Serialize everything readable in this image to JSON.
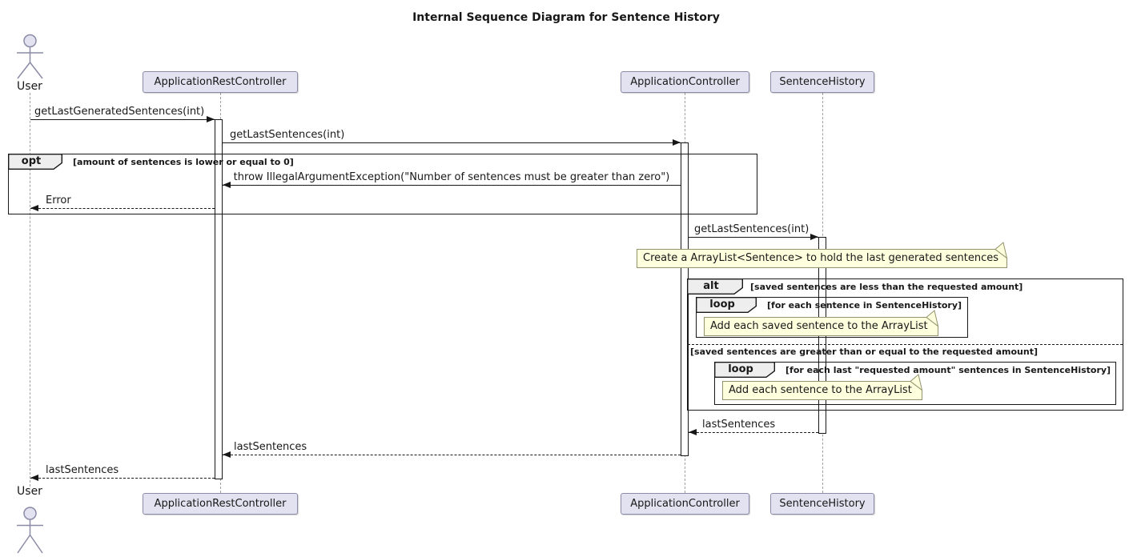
{
  "title": "Internal Sequence Diagram for Sentence History",
  "participants": {
    "user": "User",
    "rest_controller": "ApplicationRestController",
    "controller": "ApplicationController",
    "history": "SentenceHistory"
  },
  "messages": {
    "get_last_generated": "getLastGeneratedSentences(int)",
    "get_last_sentences_1": "getLastSentences(int)",
    "throw_exception": "throw IllegalArgumentException(\"Number of sentences must be greater than zero\")",
    "error": "Error",
    "get_last_sentences_2": "getLastSentences(int)",
    "return_from_history": "lastSentences",
    "return_from_controller": "lastSentences",
    "return_to_user": "lastSentences"
  },
  "fragments": {
    "opt": {
      "keyword": "opt",
      "guard": "[amount of sentences is lower or equal to 0]"
    },
    "alt": {
      "keyword": "alt",
      "guard": "[saved sentences are less than the requested amount]",
      "else_guard": "[saved sentences are greater than or equal to the requested amount]"
    },
    "loop1": {
      "keyword": "loop",
      "guard": "[for each sentence in SentenceHistory]"
    },
    "loop2": {
      "keyword": "loop",
      "guard": "[for each last \"requested amount\" sentences in SentenceHistory]"
    }
  },
  "notes": {
    "create_list": "Create a ArrayList<Sentence> to hold the last generated sentences",
    "add_saved": "Add each saved sentence to the ArrayList",
    "add_each": "Add each sentence to the ArrayList"
  },
  "colors": {
    "line": "#181818",
    "lifeline": "#A0A0A0",
    "participant-fill": "#E2E2F0",
    "participant-border": "#8B8BA7",
    "note-fill": "#FEFFDD",
    "note-border": "#92926B",
    "frag-fill": "#EEEEEE"
  }
}
